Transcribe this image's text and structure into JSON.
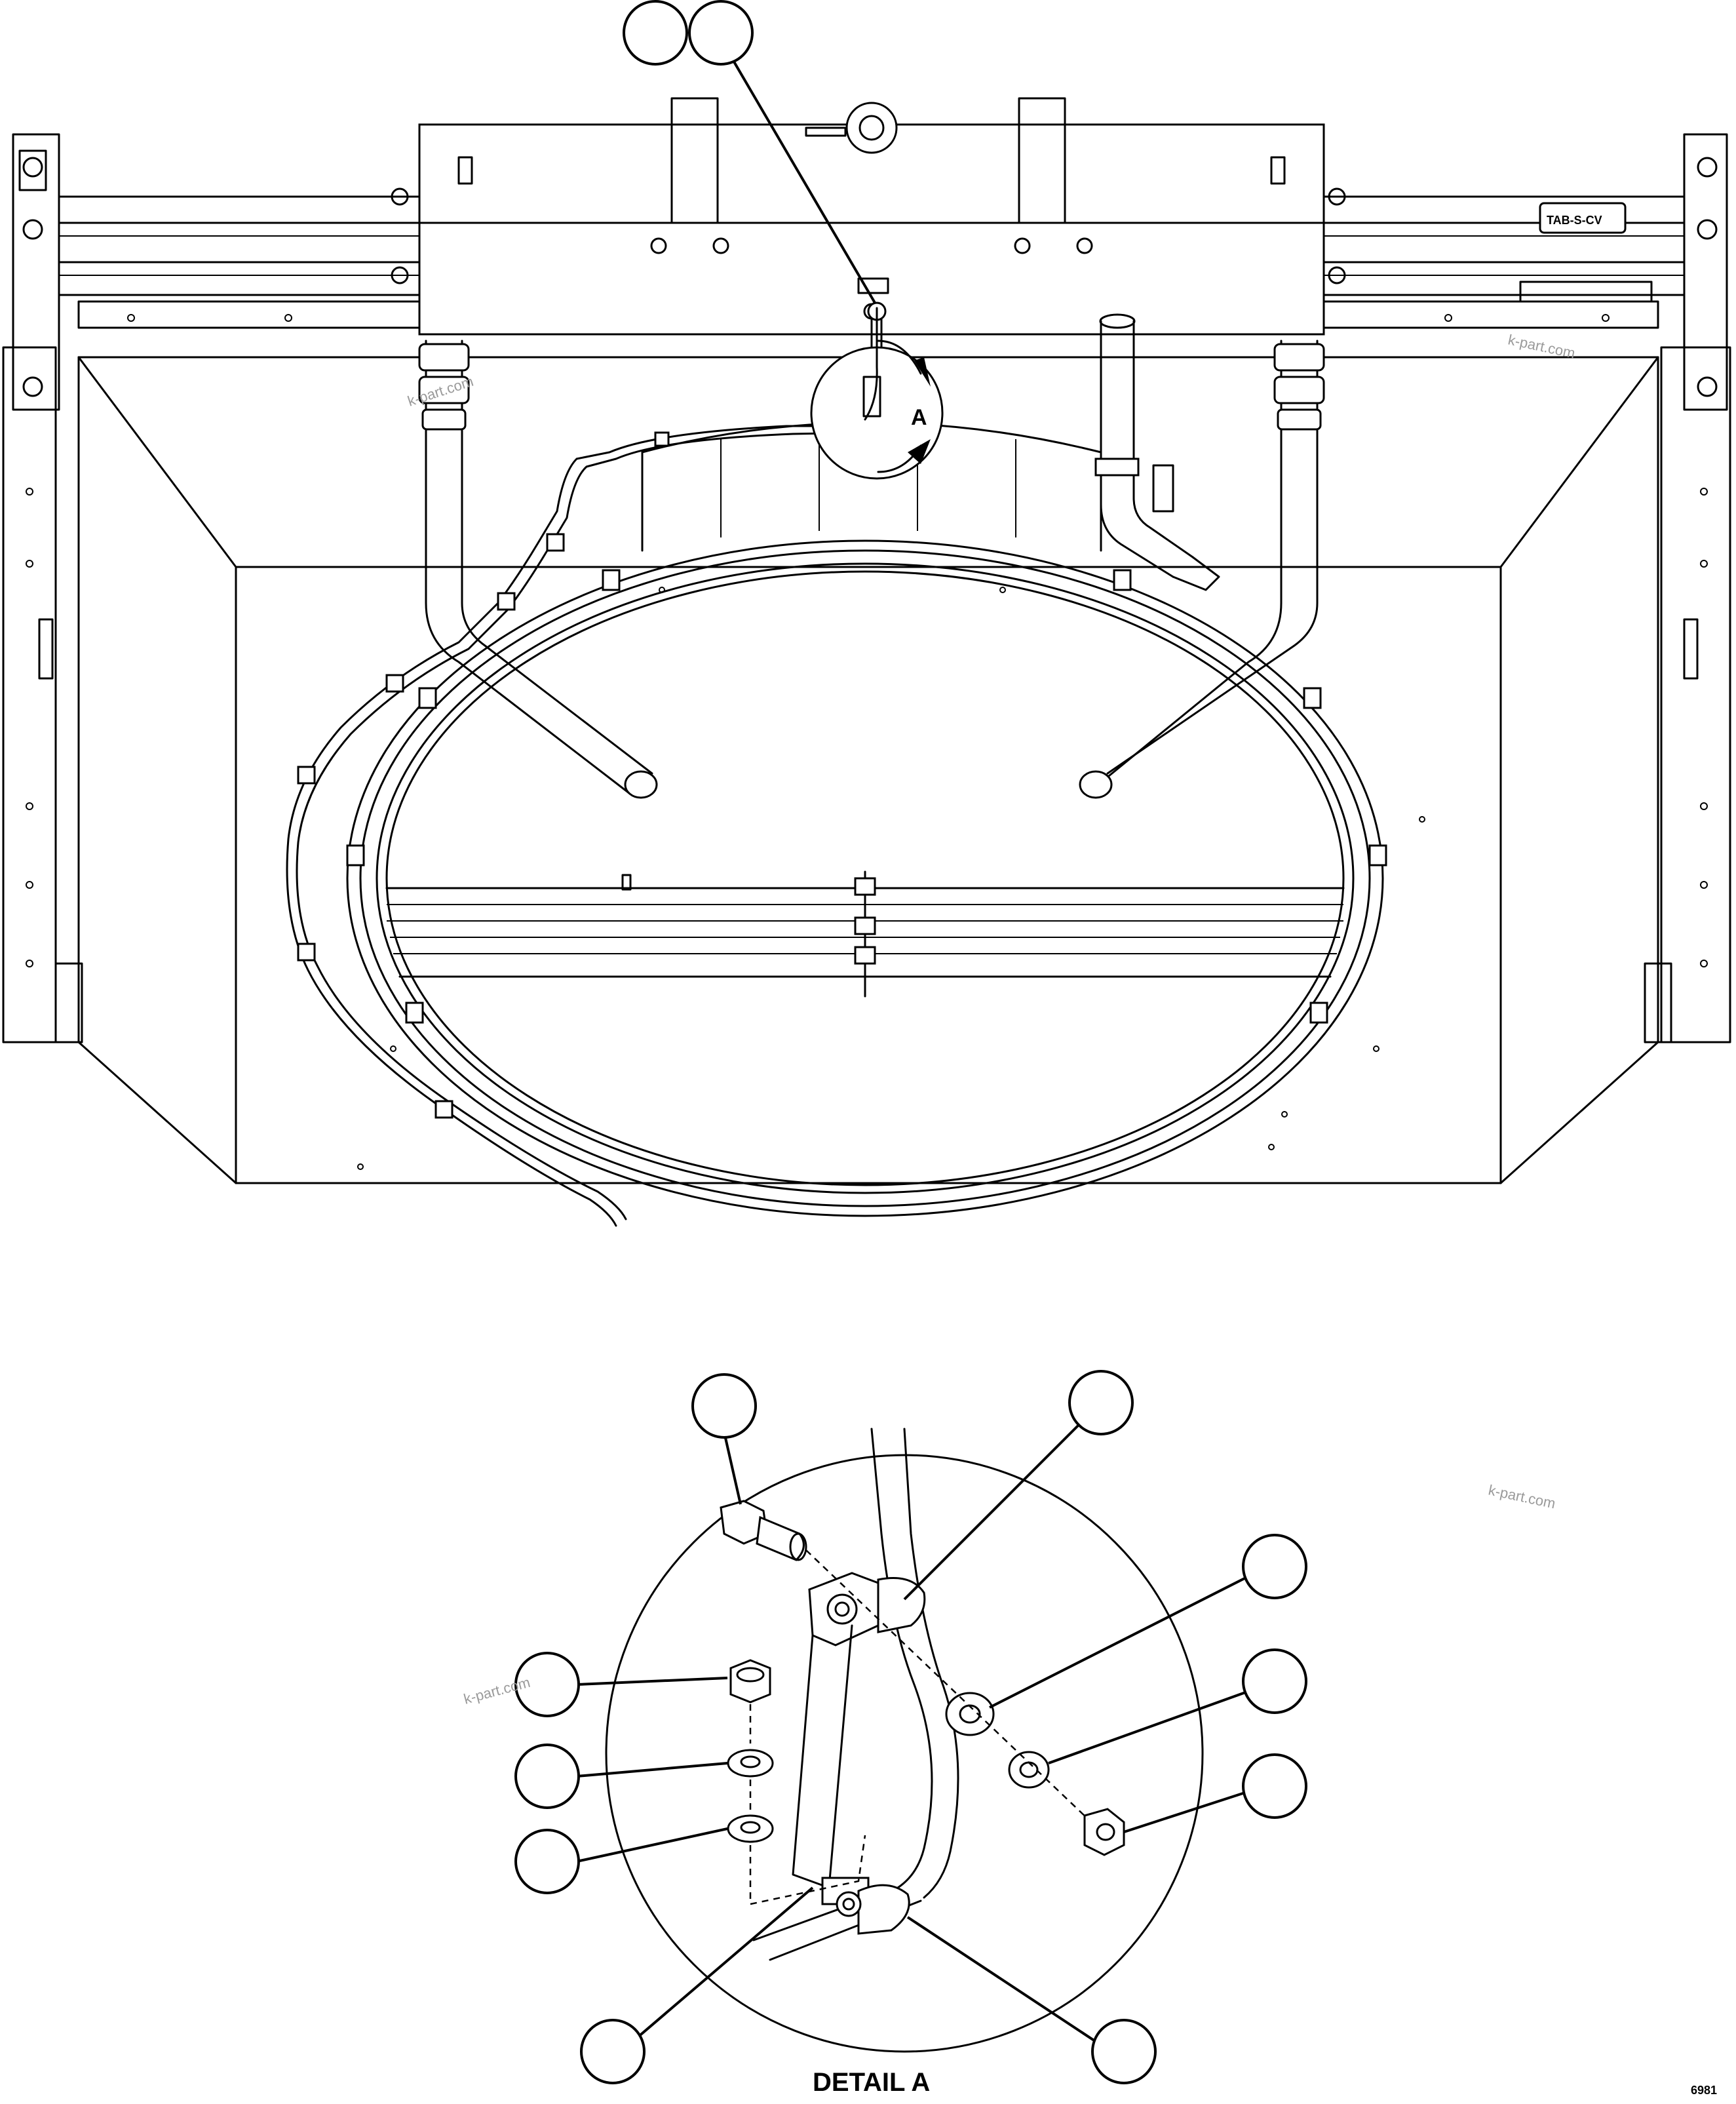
{
  "diagram": {
    "view_marker": "A",
    "detail_title": "DETAIL A",
    "drawing_ref": "6981",
    "watermark": "k-part.com",
    "badge_text": "TAB-S-CV",
    "icons": [
      "callout-balloon",
      "view-direction-arrow",
      "hex-nut",
      "flat-washer",
      "hex-bolt",
      "cable-clamp"
    ]
  }
}
